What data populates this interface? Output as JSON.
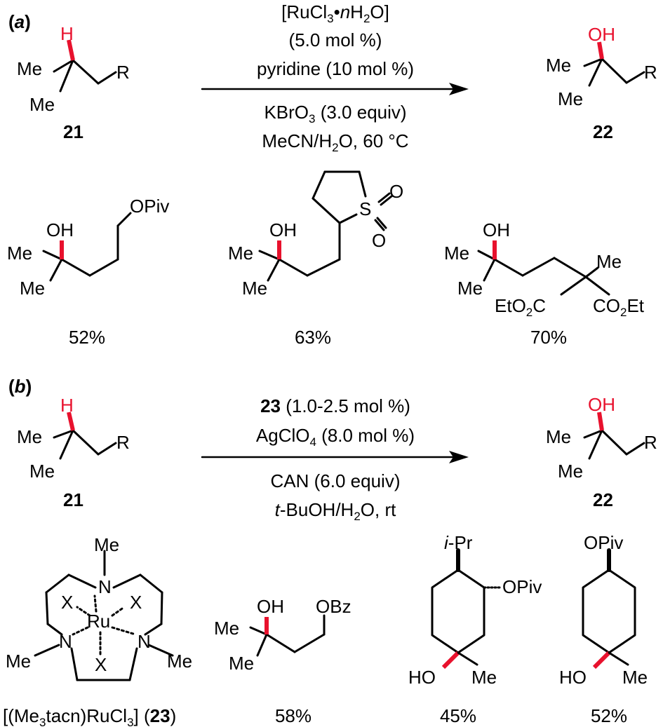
{
  "panel_a": {
    "label": "a",
    "reactant": {
      "atom_h": "H",
      "me_top": "Me",
      "me_bottom": "Me",
      "r": "R",
      "number": "21"
    },
    "conditions": {
      "line1_a": "[RuCl",
      "line1_sub3": "3",
      "line1_dot": "•",
      "line1_n": "n",
      "line1_h": "H",
      "line1_sub2": "2",
      "line1_o": "O]",
      "line2": "(5.0 mol %)",
      "line3": "pyridine (10 mol %)",
      "line4_a": "KBrO",
      "line4_sub": "3",
      "line4_b": " (3.0 equiv)",
      "line5_a": "MeCN/H",
      "line5_sub": "2",
      "line5_b": "O, 60 °C"
    },
    "product": {
      "oh": "OH",
      "me_top": "Me",
      "me_bottom": "Me",
      "r": "R",
      "number": "22"
    },
    "examples": [
      {
        "oh": "OH",
        "me_top": "Me",
        "me_bottom": "Me",
        "sub": "OPiv",
        "yield": "52%"
      },
      {
        "oh": "OH",
        "me_top": "Me",
        "me_bottom": "Me",
        "s": "S",
        "o1": "O",
        "o2": "O",
        "yield": "63%"
      },
      {
        "oh": "OH",
        "me_top": "Me",
        "me_bottom": "Me",
        "me_quat": "Me",
        "left_ester_a": "EtO",
        "left_ester_sub": "2",
        "left_ester_b": "C",
        "right_ester_a": "CO",
        "right_ester_sub": "2",
        "right_ester_b": "Et",
        "yield": "70%"
      }
    ]
  },
  "panel_b": {
    "label": "b",
    "reactant": {
      "atom_h": "H",
      "me_top": "Me",
      "me_bottom": "Me",
      "r": "R",
      "number": "21"
    },
    "conditions": {
      "line1_bold": "23",
      "line1_rest": " (1.0-2.5 mol %)",
      "line2_a": "AgClO",
      "line2_sub": "4",
      "line2_b": " (8.0 mol %)",
      "line3": "CAN (6.0 equiv)",
      "line4_it": "t",
      "line4_a": "-BuOH/H",
      "line4_sub": "2",
      "line4_b": "O, rt"
    },
    "product": {
      "oh": "OH",
      "me_top": "Me",
      "me_bottom": "Me",
      "r": "R",
      "number": "22"
    },
    "catalyst": {
      "me_top": "Me",
      "n_top": "N",
      "x_left": "X",
      "x_right": "X",
      "ru": "Ru",
      "n_left": "N",
      "n_right": "N",
      "me_left": "Me",
      "me_right": "Me",
      "x_bottom": "X",
      "label_a": "[(Me",
      "label_sub3a": "3",
      "label_b": "tacn)RuCl",
      "label_sub3b": "3",
      "label_c": "] (",
      "label_bold": "23",
      "label_d": ")"
    },
    "examples": [
      {
        "oh": "OH",
        "me_top": "Me",
        "me_bottom": "Me",
        "sub": "OBz",
        "yield": "58%"
      },
      {
        "ipr_it": "i",
        "ipr": "-Pr",
        "opiv": "OPiv",
        "ho": "HO",
        "me": "Me",
        "yield": "45%"
      },
      {
        "opiv": "OPiv",
        "ho": "HO",
        "me": "Me",
        "yield": "52%"
      }
    ]
  },
  "colors": {
    "highlight": "#e8112d",
    "ink": "#000000"
  }
}
